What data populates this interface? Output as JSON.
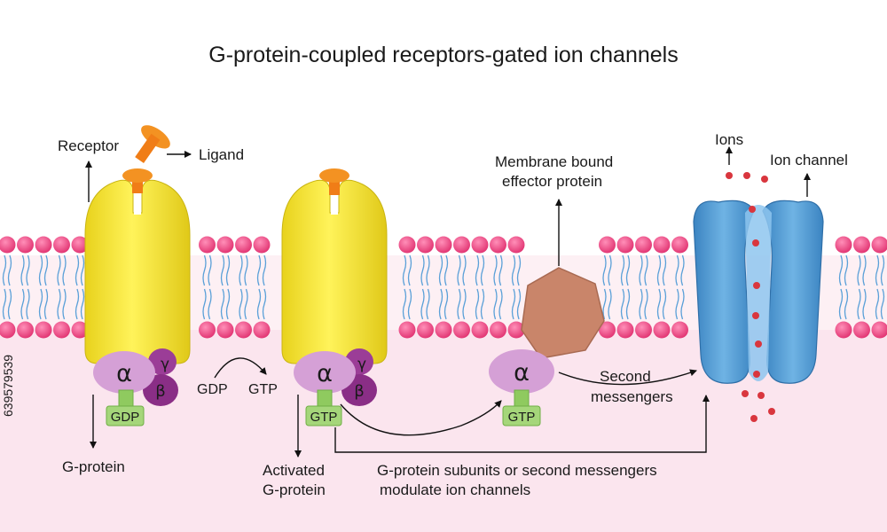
{
  "title": "G-protein-coupled receptors-gated ion channels",
  "labels": {
    "receptor": "Receptor",
    "ligand": "Ligand",
    "g_protein": "G-protein",
    "gdp_to": "GDP",
    "gtp_to": "GTP",
    "activated_line1": "Activated",
    "activated_line2": "G-protein",
    "membrane_effector_line1": "Membrane bound",
    "membrane_effector_line2": "effector protein",
    "second_messengers_line1": "Second",
    "second_messengers_line2": "messengers",
    "ions": "Ions",
    "ion_channel": "Ion channel",
    "modulate_line1": "G-protein subunits or second messengers",
    "modulate_line2": "modulate ion channels"
  },
  "subunits": {
    "alpha": "α",
    "beta": "β",
    "gamma": "γ",
    "gdp": "GDP",
    "gtp": "GTP"
  },
  "watermark": "639579539",
  "colors": {
    "lipid_head": "#e8407e",
    "lipid_tail": "#5aa0d8",
    "receptor": "#f6e534",
    "ligand": "#f28a1e",
    "alpha": "#d9a6d8",
    "beta_gamma": "#9b3d97",
    "gdp_gtp": "#a5d67a",
    "effector": "#c9856a",
    "channel": "#4b95cd",
    "ion": "#d9363e",
    "cytoplasm": "#fbe4ec"
  }
}
